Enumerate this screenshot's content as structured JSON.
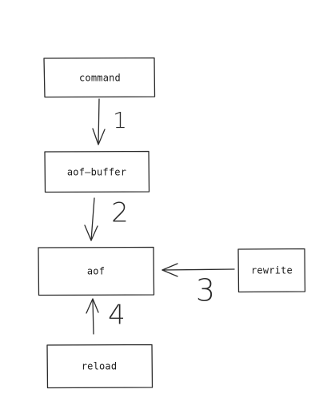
{
  "nodes": [
    {
      "id": "command",
      "label": "command"
    },
    {
      "id": "aof-buffer",
      "label": "aof—buffer"
    },
    {
      "id": "aof",
      "label": "aof"
    },
    {
      "id": "rewrite",
      "label": "rewrite"
    },
    {
      "id": "reload",
      "label": "reload"
    }
  ],
  "edges": [
    {
      "from": "command",
      "to": "aof-buffer",
      "label": "1"
    },
    {
      "from": "aof-buffer",
      "to": "aof",
      "label": "2"
    },
    {
      "from": "rewrite",
      "to": "aof",
      "label": "3"
    },
    {
      "from": "reload",
      "to": "aof",
      "label": "4"
    }
  ],
  "colors": {
    "stroke": "#2b2b2b",
    "background": "#ffffff"
  }
}
